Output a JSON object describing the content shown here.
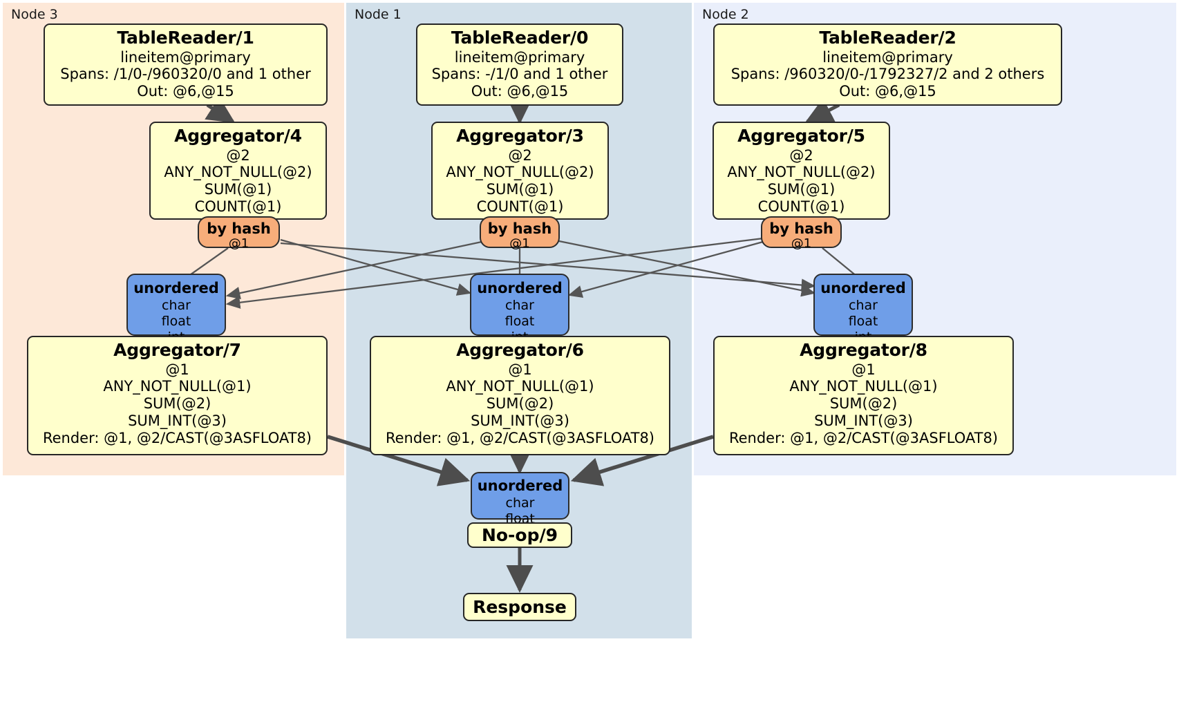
{
  "panels": [
    {
      "label": "Node 3",
      "color": "#fde8d8"
    },
    {
      "label": "Node 1",
      "color": "#d2e0ea"
    },
    {
      "label": "Node 2",
      "color": "#eaeffb"
    }
  ],
  "colors": {
    "processor": "#ffffcc",
    "router": "#f7ad7a",
    "synchronizer": "#6f9ee8",
    "border": "#262626",
    "edge": "#4d4d4d",
    "thin_edge": "#555555",
    "node3_panel": "#fde8d8",
    "node1_panel": "#d2e0ea",
    "node2_panel": "#eaeffb"
  },
  "table_readers": [
    {
      "title": "TableReader/1",
      "table": "lineitem@primary",
      "spans": "Spans: /1/0-/960320/0 and 1 other",
      "out": "Out: @6,@15"
    },
    {
      "title": "TableReader/0",
      "table": "lineitem@primary",
      "spans": "Spans: -/1/0 and 1 other",
      "out": "Out: @6,@15"
    },
    {
      "title": "TableReader/2",
      "table": "lineitem@primary",
      "spans": "Spans: /960320/0-/1792327/2 and 2 others",
      "out": "Out: @6,@15"
    }
  ],
  "stage1_aggregators": [
    {
      "title": "Aggregator/4",
      "group": "@2",
      "agg1": "ANY_NOT_NULL(@2)",
      "agg2": "SUM(@1)",
      "agg3": "COUNT(@1)"
    },
    {
      "title": "Aggregator/3",
      "group": "@2",
      "agg1": "ANY_NOT_NULL(@2)",
      "agg2": "SUM(@1)",
      "agg3": "COUNT(@1)"
    },
    {
      "title": "Aggregator/5",
      "group": "@2",
      "agg1": "ANY_NOT_NULL(@2)",
      "agg2": "SUM(@1)",
      "agg3": "COUNT(@1)"
    }
  ],
  "hash_routers": [
    {
      "title": "by hash",
      "key": "@1"
    },
    {
      "title": "by hash",
      "key": "@1"
    },
    {
      "title": "by hash",
      "key": "@1"
    }
  ],
  "stage2_synchronizers": [
    {
      "title": "unordered",
      "t1": "char",
      "t2": "float",
      "t3": "int"
    },
    {
      "title": "unordered",
      "t1": "char",
      "t2": "float",
      "t3": "int"
    },
    {
      "title": "unordered",
      "t1": "char",
      "t2": "float",
      "t3": "int"
    }
  ],
  "stage2_aggregators": [
    {
      "title": "Aggregator/7",
      "group": "@1",
      "agg1": "ANY_NOT_NULL(@1)",
      "agg2": "SUM(@2)",
      "agg3": "SUM_INT(@3)",
      "render": "Render: @1, @2/CAST(@3ASFLOAT8)"
    },
    {
      "title": "Aggregator/6",
      "group": "@1",
      "agg1": "ANY_NOT_NULL(@1)",
      "agg2": "SUM(@2)",
      "agg3": "SUM_INT(@3)",
      "render": "Render: @1, @2/CAST(@3ASFLOAT8)"
    },
    {
      "title": "Aggregator/8",
      "group": "@1",
      "agg1": "ANY_NOT_NULL(@1)",
      "agg2": "SUM(@2)",
      "agg3": "SUM_INT(@3)",
      "render": "Render: @1, @2/CAST(@3ASFLOAT8)"
    }
  ],
  "final_synchronizer": {
    "title": "unordered",
    "t1": "char",
    "t2": "float"
  },
  "noop": {
    "title": "No-op/9"
  },
  "response": {
    "title": "Response"
  }
}
